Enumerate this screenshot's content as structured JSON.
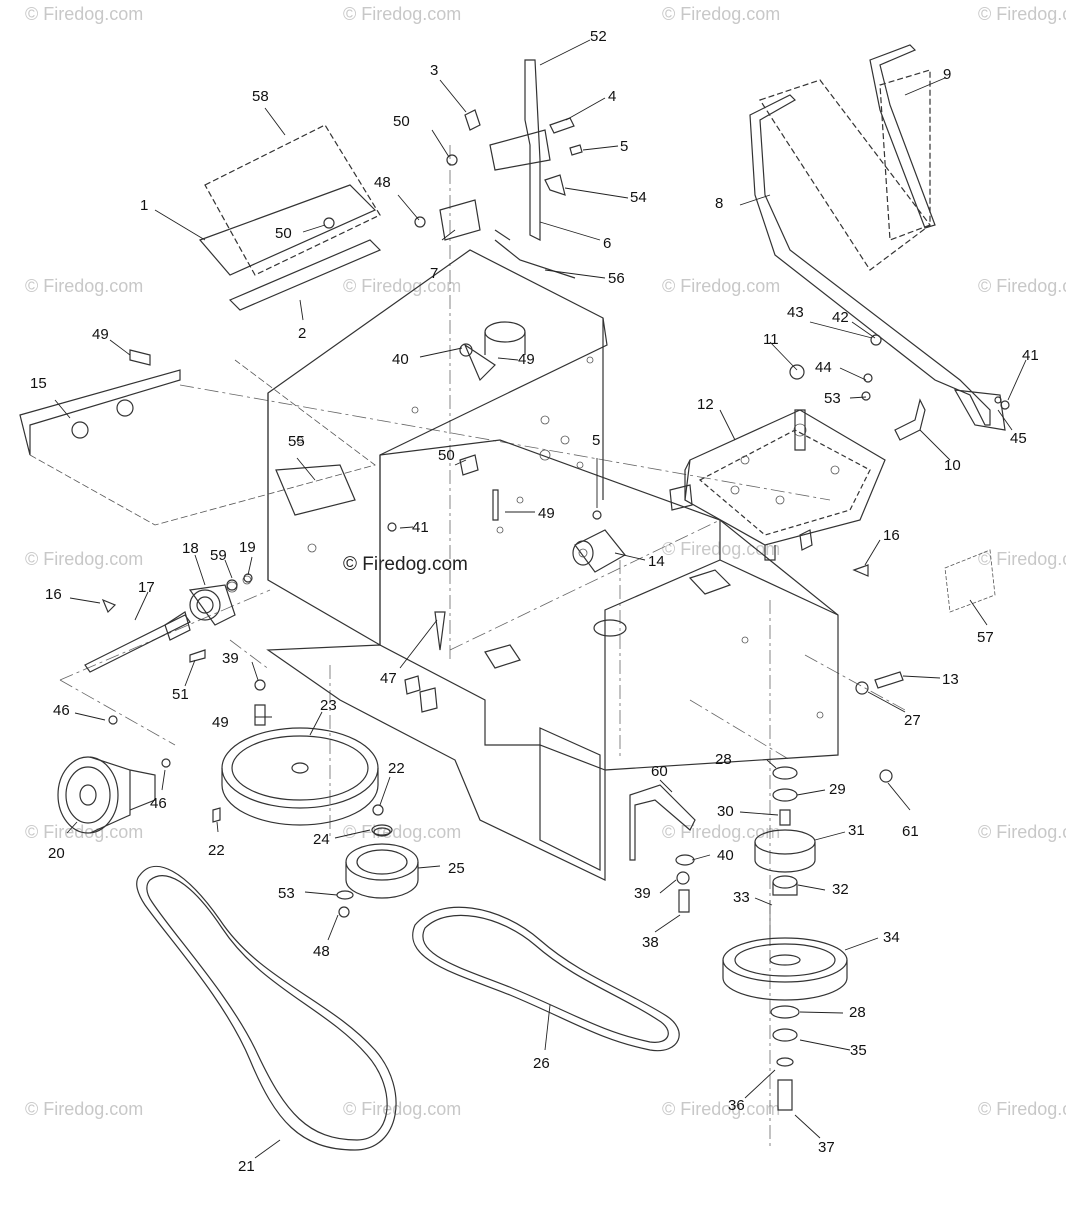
{
  "diagram": {
    "watermark_small": "© Firedog.com",
    "watermark_center": "© Firedog.com",
    "callouts": [
      "52",
      "3",
      "4",
      "58",
      "50",
      "5",
      "48",
      "54",
      "1",
      "50",
      "6",
      "7",
      "8",
      "9",
      "2",
      "56",
      "49",
      "43",
      "42",
      "11",
      "41",
      "40",
      "49",
      "44",
      "15",
      "53",
      "12",
      "55",
      "50",
      "5",
      "45",
      "49",
      "10",
      "41",
      "16",
      "18",
      "59",
      "19",
      "14",
      "17",
      "16",
      "57",
      "51",
      "47",
      "39",
      "13",
      "27",
      "46",
      "49",
      "23",
      "22",
      "28",
      "29",
      "46",
      "20",
      "30",
      "31",
      "22",
      "24",
      "25",
      "60",
      "40",
      "53",
      "39",
      "32",
      "33",
      "34",
      "48",
      "38",
      "28",
      "26",
      "35",
      "36",
      "21",
      "37",
      "61"
    ]
  }
}
